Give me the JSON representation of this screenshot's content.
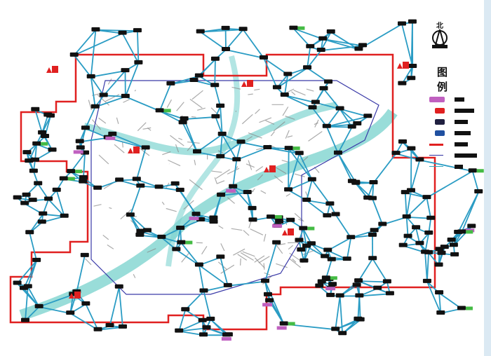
{
  "map": {
    "compass_label": "北",
    "legend": {
      "title": "图 例",
      "items": [
        {
          "symbol": "pink-station",
          "color": "#c060c0"
        },
        {
          "symbol": "red-triangle-building",
          "color": "#e02020"
        },
        {
          "symbol": "dark-triangle-building",
          "color": "#202040"
        },
        {
          "symbol": "blue-station",
          "color": "#2050a0"
        },
        {
          "symbol": "red-line",
          "color": "#e02020"
        },
        {
          "symbol": "blue-line",
          "color": "#3030a0"
        },
        {
          "symbol": "teal-line",
          "color": "#30a8c0"
        }
      ]
    },
    "colors": {
      "boundary": "#e02020",
      "inner_boundary": "#3a3aa8",
      "network": "#2a9cc4",
      "river": "#7fd4d0",
      "roads": "#888888"
    }
  }
}
